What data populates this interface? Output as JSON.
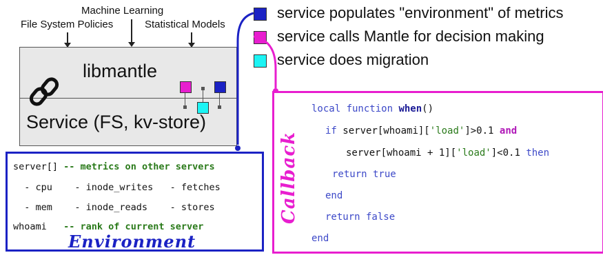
{
  "inputs": {
    "machine_learning": "Machine Learning",
    "fs_policies": "File System Policies",
    "stat_models": "Statistical Models"
  },
  "box": {
    "library": "libmantle",
    "service": "Service (FS, kv-store)"
  },
  "legend": [
    {
      "color": "#1b22c4",
      "text": "service populates \"environment\" of metrics"
    },
    {
      "color": "#e81ecf",
      "text": "service calls Mantle for decision making"
    },
    {
      "color": "#1cf4f4",
      "text": "service does migration"
    }
  ],
  "environment": {
    "title": "Environment",
    "lines": [
      {
        "code": "server[] ",
        "comment": "-- metrics on other servers"
      },
      {
        "code": "  - cpu    - inode_writes   - fetches",
        "comment": ""
      },
      {
        "code": "  - mem    - inode_reads    - stores",
        "comment": ""
      },
      {
        "code": "whoami   ",
        "comment": "-- rank of current server"
      }
    ]
  },
  "callback": {
    "title": "Callback",
    "lines": [
      "local function when()",
      "  if server[whoami]['load']>0.1 and",
      "    server[whoami + 1]['load']<0.1 then",
      "   return true",
      "  end",
      "  return false",
      "end"
    ]
  }
}
